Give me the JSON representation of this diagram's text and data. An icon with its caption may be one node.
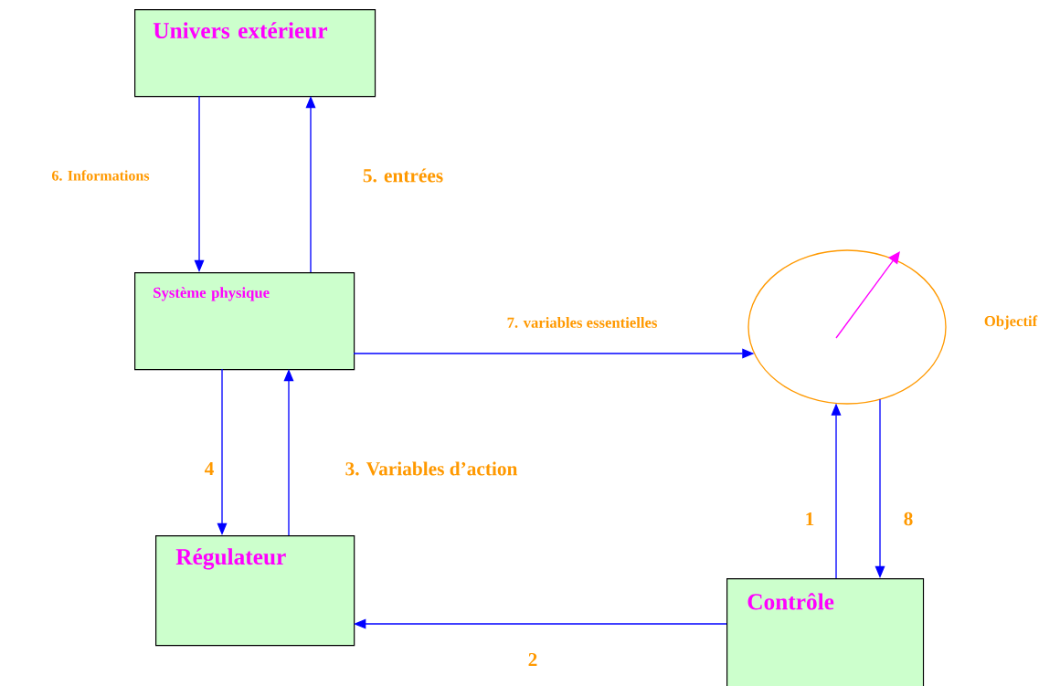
{
  "diagram": {
    "nodes": [
      {
        "text": [
          "Univers extérieur"
        ]
      },
      {
        "text": [
          "Système physique"
        ]
      },
      {
        "text": [],
        "shape": "circle",
        "beside": [
          "Objectif"
        ]
      },
      {
        "text": [
          "Régulateur"
        ]
      },
      {
        "text": [
          "Contrôle"
        ]
      }
    ],
    "edges": [
      {
        "from": 0,
        "to": 1,
        "arrow": "to",
        "label": "6. Informations"
      },
      {
        "from": 1,
        "to": 0,
        "arrow": "to",
        "label": "5. entrées"
      },
      {
        "from": 1,
        "to": 2,
        "arrow": "to",
        "label": "7. variables essentielles"
      },
      {
        "from": 1,
        "to": 3,
        "arrow": "to",
        "label": "4"
      },
      {
        "from": 3,
        "to": 1,
        "arrow": "to",
        "label": "3. Variables d’action"
      },
      {
        "from": 4,
        "to": 3,
        "arrow": "to",
        "label": "2"
      },
      {
        "from": 4,
        "to": 2,
        "arrow": "to",
        "label": "1"
      },
      {
        "from": 2,
        "to": 4,
        "arrow": "to",
        "label": "8"
      }
    ]
  }
}
